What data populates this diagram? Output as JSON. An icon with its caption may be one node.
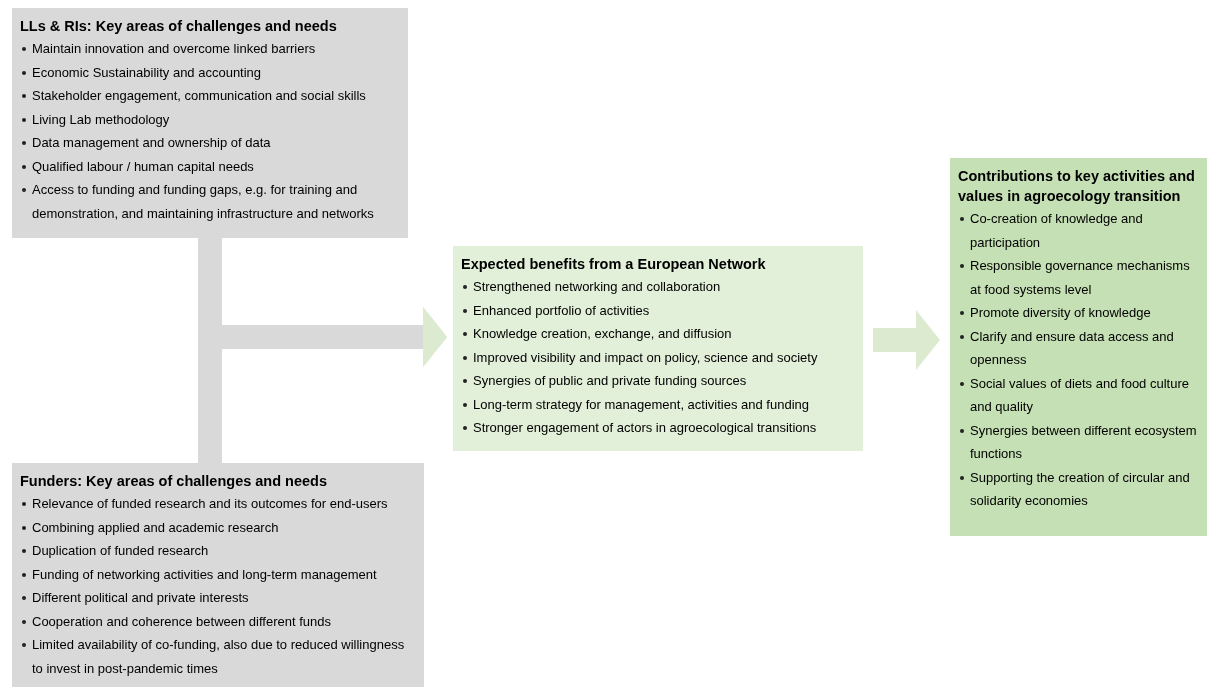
{
  "diagram": {
    "nodes": [
      {
        "text": [
          "LLs & RIs: Key areas of challenges and needs",
          "Maintain innovation and overcome linked barriers",
          "Economic Sustainability and accounting",
          "Stakeholder engagement, communication and social skills",
          "Living Lab methodology",
          "Data management and ownership of data",
          "Qualified labour / human capital needs",
          "Access to funding and funding gaps, e.g. for training and demonstration, and maintaining infrastructure and networks"
        ]
      },
      {
        "text": [
          "Funders: Key areas of challenges and needs",
          "Relevance of funded research and its outcomes for end-users",
          "Combining applied and academic research",
          "Duplication of funded research",
          "Funding of networking activities and long-term management",
          "Different political and private interests",
          "Cooperation and coherence between different funds",
          "Limited availability of co-funding, also due to reduced willingness to invest in post-pandemic times"
        ]
      },
      {
        "text": [
          "Expected benefits from a European Network",
          "Strengthened networking and collaboration",
          "Enhanced portfolio of activities",
          "Knowledge creation, exchange, and diffusion",
          "Improved visibility and impact on policy, science and society",
          "Synergies of public and private funding sources",
          "Long-term strategy for management, activities and funding",
          "Stronger engagement of actors in agroecological transitions"
        ]
      },
      {
        "text": [
          "Contributions to key activities and values in agroecology transition",
          "Co-creation of knowledge and participation",
          "Responsible governance mechanisms at food systems level",
          "Promote diversity of knowledge",
          "Clarify and ensure data access and openness",
          "Social values of diets and food culture and quality",
          "Synergies between different ecosystem functions",
          "Supporting the creation of circular and solidarity economies"
        ]
      }
    ],
    "edges": [
      {
        "from": 0,
        "to": 2,
        "arrow": "to"
      },
      {
        "from": 1,
        "to": 2,
        "arrow": "to"
      },
      {
        "from": 2,
        "to": 3,
        "arrow": "to",
        "color": "#dcebd0"
      }
    ]
  }
}
